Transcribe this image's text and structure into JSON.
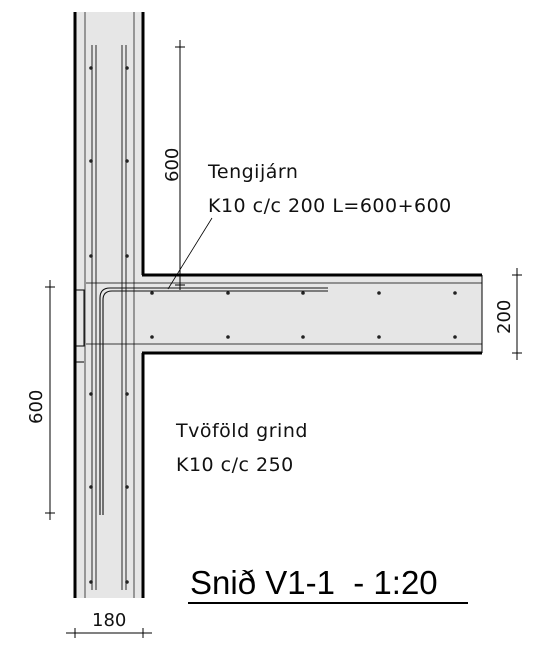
{
  "drawing": {
    "title": "Snið V1-1  - 1:20",
    "annotations": {
      "connector_title": "Tengijárn",
      "connector_spec": "K10 c/c 200 L=600+600",
      "mesh_title": "Tvöföld grind",
      "mesh_spec": "K10 c/c 250"
    },
    "dimensions": {
      "lap_upper": "600",
      "lap_lower": "600",
      "slab_thickness": "200",
      "wall_thickness": "180"
    },
    "colors": {
      "concrete_fill": "#e6e6e6",
      "outline": "#000000"
    }
  }
}
